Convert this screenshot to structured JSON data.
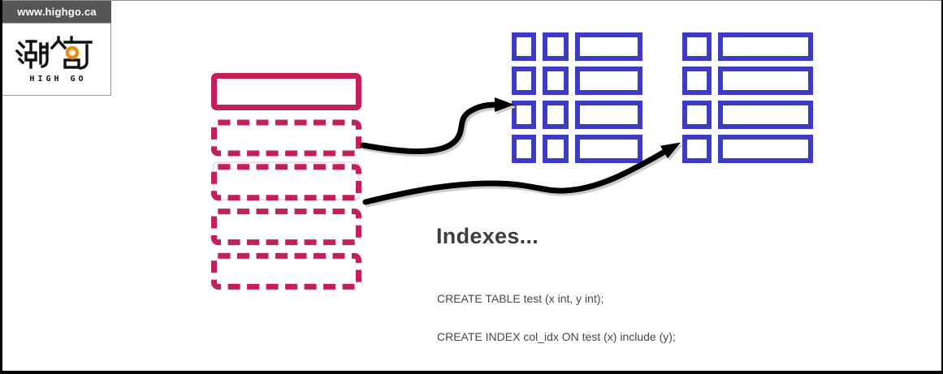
{
  "logo": {
    "site_url_text": "www.highgo.ca",
    "brand_text": "HIGH GO",
    "bar_color": "#555658",
    "accent_color": "#f18a00"
  },
  "heading": {
    "title": "Indexes..."
  },
  "code": {
    "lines": [
      "CREATE TABLE test (x int, y int);",
      "CREATE INDEX col_idx ON test (x) include (y);"
    ]
  },
  "diagram": {
    "colors": {
      "table_outline": "#c21f5c",
      "index_outline": "#3b3bc4",
      "arrow": "#000000",
      "arrow_shadow": "#cccccc"
    },
    "heap_table": {
      "solid_header_rows": 1,
      "dashed_rows": 4
    },
    "indexes": [
      {
        "rows": 4,
        "columns": [
          "key",
          "key",
          "included"
        ]
      },
      {
        "rows": 4,
        "columns": [
          "key",
          "included"
        ]
      }
    ],
    "arrows": [
      {
        "from": "heap-table-dashed-row-1",
        "to": "index-1-row-3"
      },
      {
        "from": "heap-table-dashed-row-2",
        "to": "index-2-row-4"
      }
    ]
  }
}
